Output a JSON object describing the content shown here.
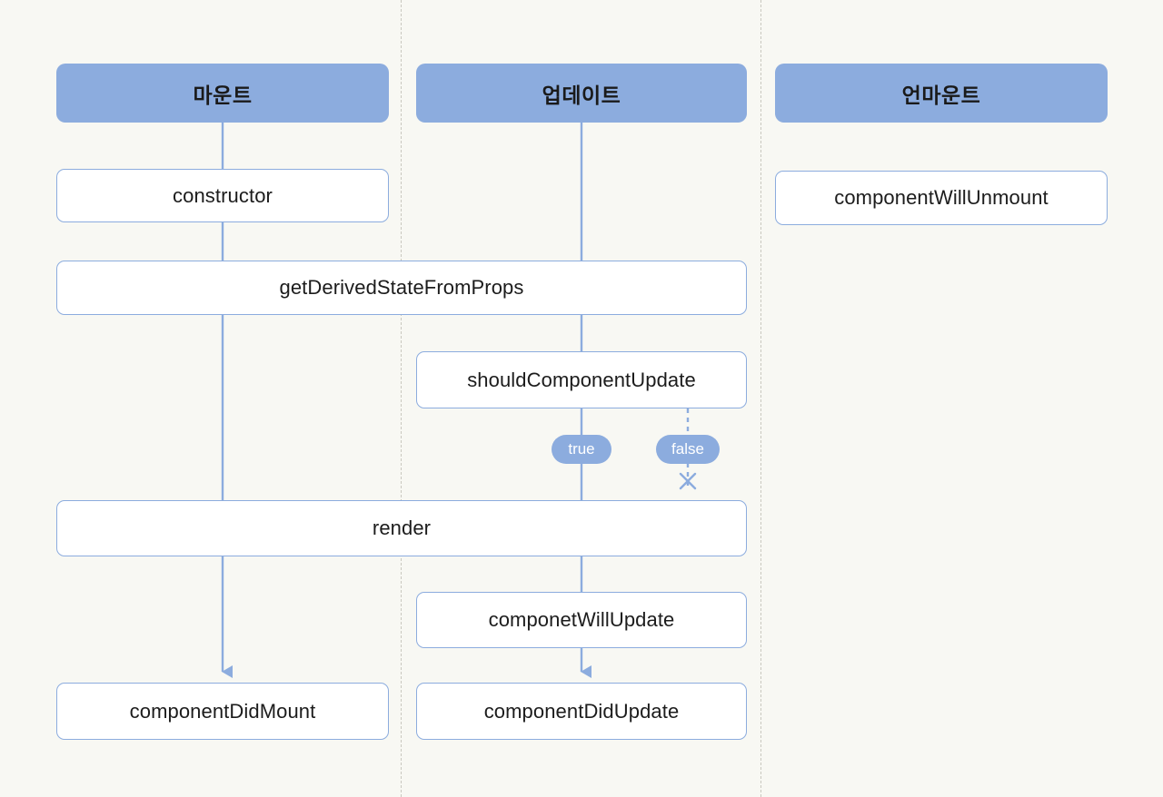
{
  "diagram": {
    "title": "React Component Lifecycle",
    "background_color": "#f8f8f3",
    "accent_color": "#8cacde",
    "divider_color": "#c9c8bf",
    "columns": [
      {
        "id": "mount",
        "header": "마운트",
        "steps": [
          "constructor",
          "getDerivedStateFromProps",
          "render",
          "componentDidMount"
        ]
      },
      {
        "id": "update",
        "header": "업데이트",
        "steps": [
          "getDerivedStateFromProps",
          "shouldComponentUpdate",
          "render",
          "componetWillUpdate",
          "componentDidUpdate"
        ]
      },
      {
        "id": "unmount",
        "header": "언마운트",
        "steps": [
          "componentWillUnmount"
        ]
      }
    ],
    "nodes": {
      "header_mount": "마운트",
      "header_update": "업데이트",
      "header_unmount": "언마운트",
      "constructor": "constructor",
      "get_derived_state_from_props": "getDerivedStateFromProps",
      "should_component_update": "shouldComponentUpdate",
      "render": "render",
      "component_will_update": "componetWillUpdate",
      "component_did_mount": "componentDidMount",
      "component_did_update": "componentDidUpdate",
      "component_will_unmount": "componentWillUnmount"
    },
    "branch_labels": {
      "true": "true",
      "false": "false"
    },
    "terminator_icon": "x-mark-icon"
  }
}
